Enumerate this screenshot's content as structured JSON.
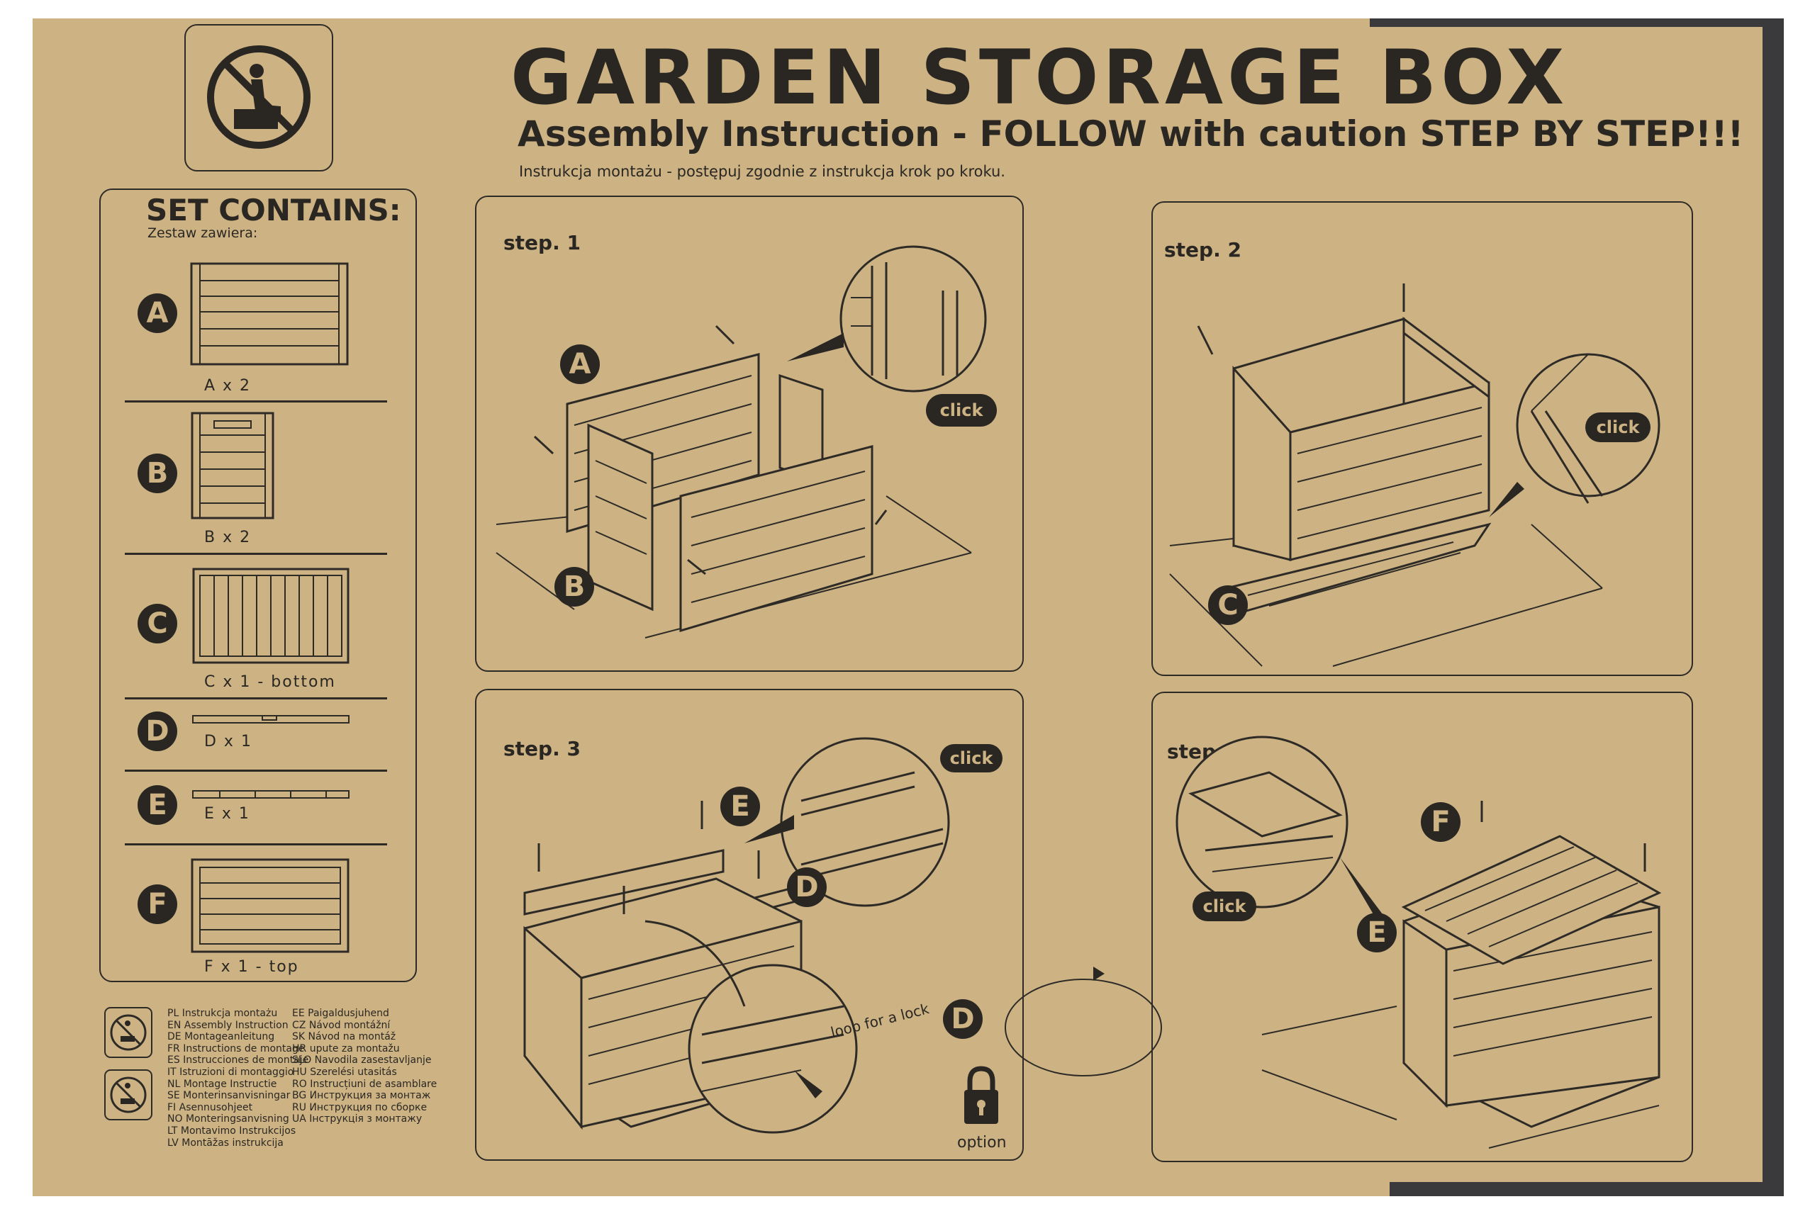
{
  "title": "GARDEN STORAGE BOX",
  "subtitle": "Assembly Instruction - FOLLOW with caution  STEP BY STEP!!!",
  "subtitle_pl": "Instrukcja montażu - postępuj zgodnie z instrukcja krok po kroku.",
  "set": {
    "title": "SET CONTAINS:",
    "subtitle": "Zestaw zawiera:",
    "parts": [
      {
        "letter": "A",
        "qty": "A x 2"
      },
      {
        "letter": "B",
        "qty": "B x 2"
      },
      {
        "letter": "C",
        "qty": "C x 1 - bottom"
      },
      {
        "letter": "D",
        "qty": "D x 1"
      },
      {
        "letter": "E",
        "qty": "E x 1"
      },
      {
        "letter": "F",
        "qty": "F x 1 - top"
      }
    ]
  },
  "steps": {
    "step1": {
      "label": "step. 1",
      "click": "click",
      "letters": [
        "A",
        "B"
      ]
    },
    "step2": {
      "label": "step. 2",
      "click": "click",
      "letters": [
        "C"
      ]
    },
    "step3": {
      "label": "step. 3",
      "click": "click",
      "letters": [
        "E",
        "D",
        "D"
      ],
      "loop": "loop for a lock",
      "option": "option"
    },
    "step4": {
      "label": "step. 4",
      "click": "click",
      "letters": [
        "F",
        "E"
      ]
    }
  },
  "languages": {
    "col1": "PL Instrukcja montażu\nEN Assembly Instruction\nDE Montageanleitung\nFR Instructions de montage\nES Instrucciones de montaje\nIT Istruzioni di montaggio\nNL Montage Instructie\nSE Monterinsanvisningar\nFI Asennusohjeet\nNO Monteringsanvisning\nLT Montavimo Instrukcijos\nLV Montāžas instrukcija",
    "col2": "EE Paigaldusjuhend\nCZ Návod montážní\nSK Návod na montáž\nHR upute za montažu\nSLO Navodila zasestavljanje\nHU Szerelési utasitás\nRO Instrucțiuni de asamblare\nBG Инструкция за монтаж\nRU Инструкция по сборке\nUA Інструкція з монтажу"
  },
  "icons": [
    "no-sitting-icon",
    "padlock-icon"
  ]
}
